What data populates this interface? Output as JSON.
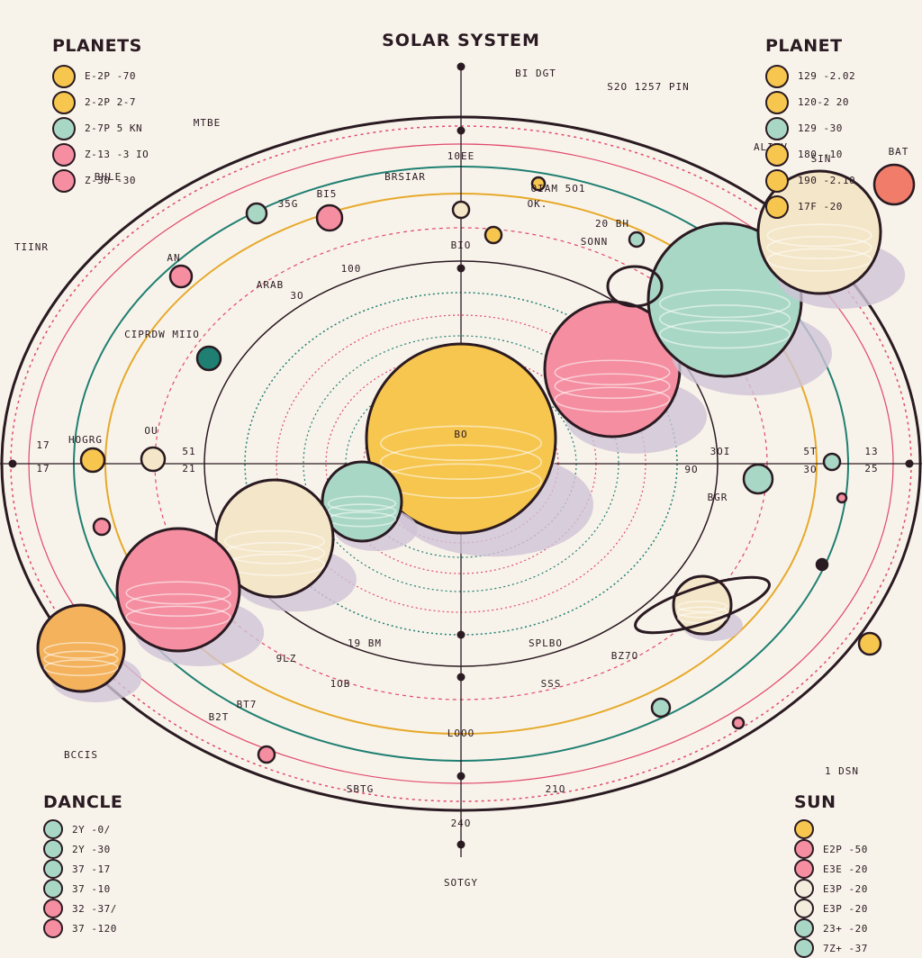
{
  "title": "SOLAR SYSTEM",
  "legends": {
    "planets": {
      "heading": "PLANETS",
      "items": [
        {
          "color": "#f6c64f",
          "text": "E-2P -70"
        },
        {
          "color": "#f6c64f",
          "text": "2-2P 2-7"
        },
        {
          "color": "#a9d7c6",
          "text": "2-7P 5 KN"
        },
        {
          "color": "#f48ea0",
          "text": "Z-13 -3 IO"
        },
        {
          "color": "#f48ea0",
          "text": "Z-30 -30"
        }
      ]
    },
    "planet": {
      "heading": "PLANET",
      "items": [
        {
          "color": "#f6c64f",
          "text": "129 -2.02"
        },
        {
          "color": "#f6c64f",
          "text": "120-2 20"
        },
        {
          "color": "#a9d7c6",
          "text": "129 -30"
        },
        {
          "color": "#f6c64f",
          "text": "180 -10"
        },
        {
          "color": "#f6c64f",
          "text": "190 -2.10"
        },
        {
          "color": "#f6c64f",
          "text": "17F -20"
        }
      ]
    },
    "dancle": {
      "heading": "DANCLE",
      "items": [
        {
          "color": "#a9d7c6",
          "text": "2Y -0/"
        },
        {
          "color": "#a9d7c6",
          "text": "2Y -30"
        },
        {
          "color": "#a9d7c6",
          "text": "37 -17"
        },
        {
          "color": "#a9d7c6",
          "text": "37 -10"
        },
        {
          "color": "#f48ea0",
          "text": "32 -37/"
        },
        {
          "color": "#f48ea0",
          "text": "37 -120"
        }
      ]
    },
    "sun": {
      "heading": "SUN",
      "items": [
        {
          "color": "#f6c64f",
          "text": ""
        },
        {
          "color": "#f48ea0",
          "text": "E2P -50"
        },
        {
          "color": "#f48ea0",
          "text": "E3E -20"
        },
        {
          "color": "#f4ecdc",
          "text": "E3P -20"
        },
        {
          "color": "#f4ecdc",
          "text": "E3P -20"
        },
        {
          "color": "#a9d7c6",
          "text": "23+ -20"
        },
        {
          "color": "#a9d7c6",
          "text": "7Z+ -37"
        }
      ]
    }
  },
  "diagram": {
    "palette": {
      "ink": "#2a1a22",
      "pink": "#e0486d",
      "teal": "#1f7f72",
      "gold": "#e6a92b",
      "sun": "#f6c64f",
      "cream": "#f4e6c8",
      "mint": "#a9d7c6",
      "rose": "#f48ea0"
    },
    "labels": [
      "BI DGT",
      "S2O 1257 PIN",
      "MTBE",
      "BHLE",
      "TIINR",
      "BRSIAR",
      "10EE",
      "OIAM 5O1",
      "OK.",
      "20 BH",
      "SONN",
      "ALITV",
      "SIN",
      "BAT",
      "35G",
      "BI5",
      "AN",
      "BIO",
      "100",
      "ARAB",
      "3O",
      "CIPRDW MIIO",
      "HOGRG",
      "OU",
      "17",
      "17",
      "51",
      "21",
      "BO",
      "9O",
      "3OI",
      "13",
      "25",
      "3O",
      "5T",
      "BGR",
      "19 BM",
      "SPLBO",
      "SSS",
      "BZ7O",
      "1OB",
      "9LZ",
      "LOOO",
      "BT7",
      "B2T",
      "SBTG",
      "21O",
      "24O",
      "BCCIS",
      "1 DSN",
      "SOTGY"
    ]
  }
}
